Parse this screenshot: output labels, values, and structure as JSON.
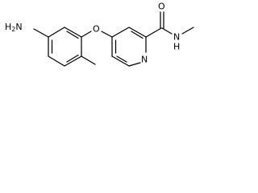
{
  "molecule": {
    "atoms": {
      "amine_n": "H2N",
      "amine_n_main": "H",
      "amine_n_sub": "2",
      "amine_n_tail": "N",
      "ether_o": "O",
      "carbonyl_o": "O",
      "pyridine_n": "N",
      "amide_nh": "N",
      "amide_h": "H"
    }
  }
}
